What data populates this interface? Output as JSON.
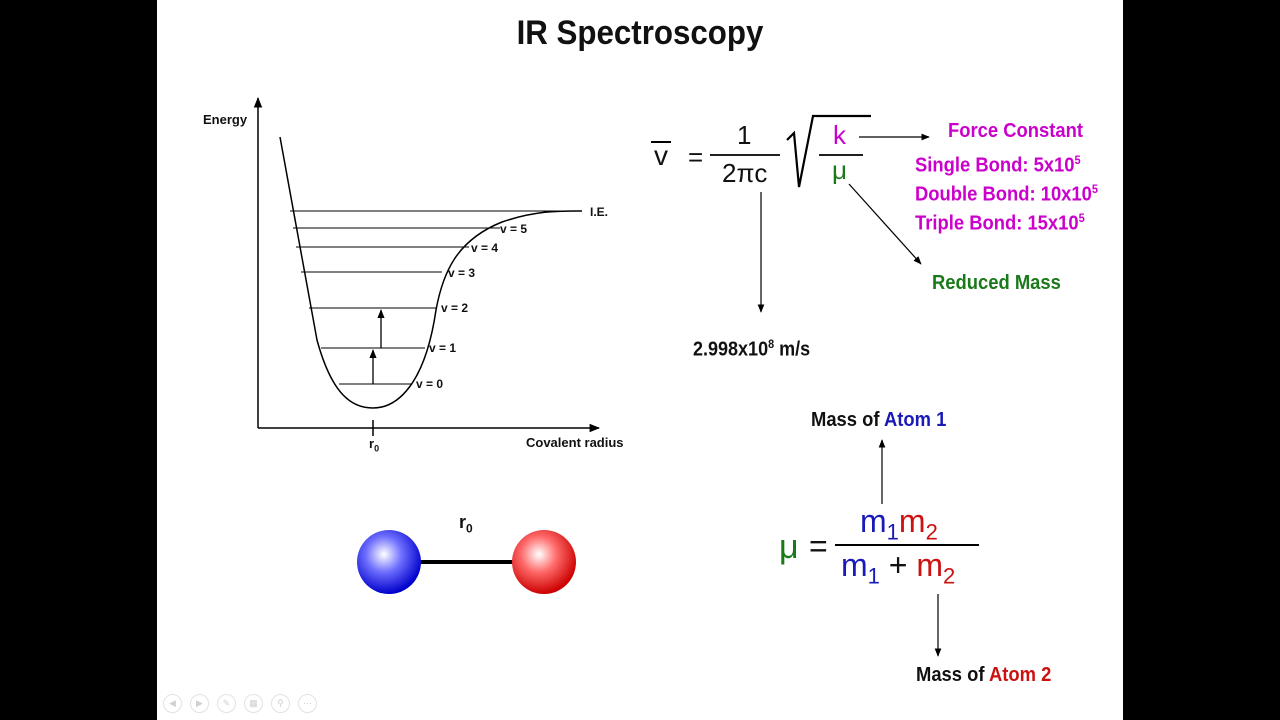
{
  "slide": {
    "title": "IR Spectroscopy"
  },
  "diagram": {
    "y_axis_label": "Energy",
    "x_axis_label": "Covalent radius",
    "r0_label": "r",
    "r0_sub": "0",
    "ie_label": "I.E.",
    "levels": [
      "v = 0",
      "v = 1",
      "v = 2",
      "v = 3",
      "v = 4",
      "v = 5"
    ]
  },
  "molecule": {
    "bond_label": "r",
    "bond_sub": "0",
    "atom1_color": "#1f1fd8",
    "atom2_color": "#d81f1f"
  },
  "wavenumber_eq": {
    "lhs": "v",
    "equals": "=",
    "numerator": "1",
    "denominator": "2πc",
    "k": "k",
    "mu": "μ",
    "speed_of_light_value": "2.998x10",
    "speed_of_light_exp": "8",
    "speed_of_light_unit": " m/s",
    "force_constant_title": "Force Constant",
    "bonds": [
      {
        "label": "Single Bond: 5x10",
        "exp": "5"
      },
      {
        "label": "Double Bond: 10x10",
        "exp": "5"
      },
      {
        "label": "Triple Bond: 15x10",
        "exp": "5"
      }
    ],
    "reduced_mass_label": "Reduced Mass"
  },
  "reduced_mass_eq": {
    "mu": "μ",
    "equals": "=",
    "m": "m",
    "sub1": "1",
    "sub2": "2",
    "plus": "+",
    "mass_prefix": "Mass of ",
    "atom1": "Atom 1",
    "atom2": "Atom 2"
  },
  "colors": {
    "magenta": "#cc00cc",
    "green": "#1a7a1a",
    "blue": "#1a1ab8",
    "red": "#cc1111"
  },
  "toolbar": [
    "prev-icon",
    "next-icon",
    "pen-icon",
    "slides-icon",
    "zoom-icon",
    "more-icon"
  ]
}
